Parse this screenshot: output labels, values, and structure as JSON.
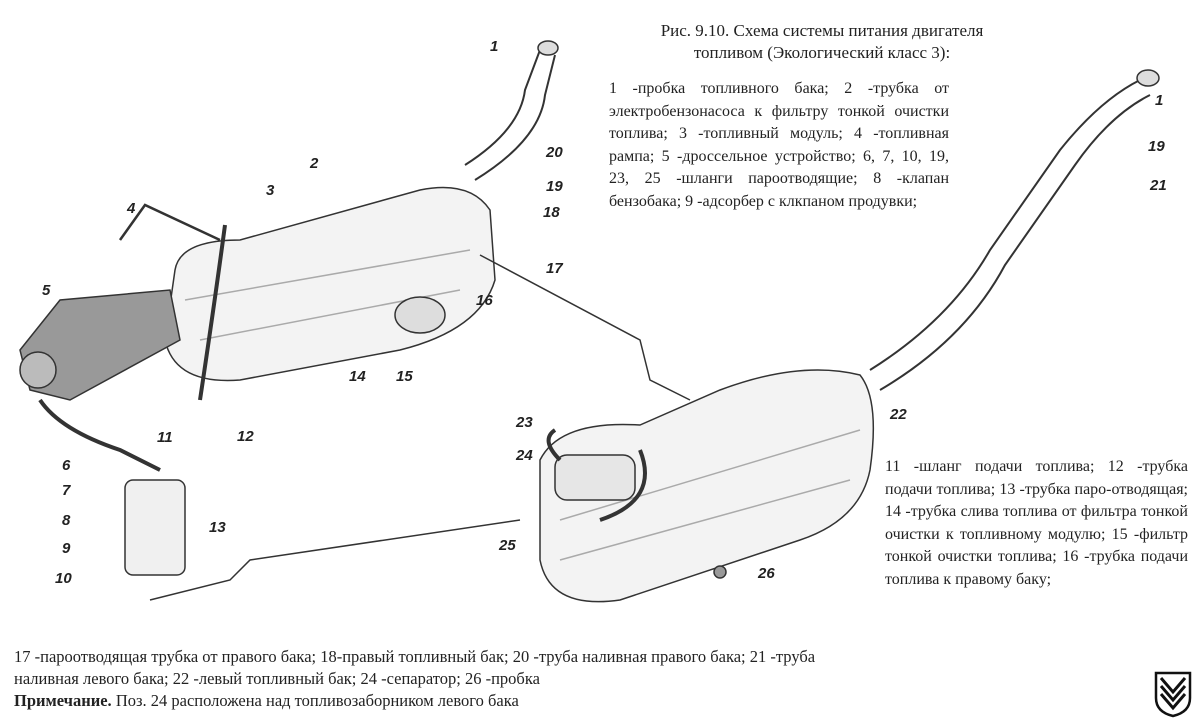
{
  "figure": {
    "title_line1": "Рис. 9.10. Схема системы питания двигателя",
    "title_line2": "топливом (Экологический класс 3):"
  },
  "legend_top": "1 -пробка топливного бака; 2 -трубка от электробензонасоса к фильтру тонкой очистки топлива; 3 -топливный модуль; 4 -топливная рампа; 5 -дроссельное устройство; 6, 7, 10, 19, 23, 25 -шланги пароотводящие; 8 -клапан бензобака; 9 -адсорбер с клкпаном продувки;",
  "legend_right": "11 -шланг подачи топлива; 12 -трубка подачи топлива; 13 -трубка паро-отводящая; 14 -трубка слива топлива от фильтра тонкой очистки к топливному модулю; 15 -фильтр тонкой очистки топлива; 16 -трубка подачи топлива к правому баку;",
  "legend_bottom_line1": "17 -пароотводящая трубка от правого бака; 18-правый топливный бак; 20 -труба наливная правого бака; 21 -труба",
  "legend_bottom_line2": "наливная левого бака; 22 -левый топливный бак; 24 -сепаратор; 26 -пробка",
  "note": {
    "label": "Примечание.",
    "text": " Поз. 24 расположена над топливозаборником левого бака"
  },
  "callouts": {
    "c1a": "1",
    "c1b": "1",
    "c2": "2",
    "c3": "3",
    "c4": "4",
    "c5": "5",
    "c6": "6",
    "c7": "7",
    "c8": "8",
    "c9": "9",
    "c10": "10",
    "c11": "11",
    "c12": "12",
    "c13": "13",
    "c14": "14",
    "c15": "15",
    "c16": "16",
    "c17": "17",
    "c18": "18",
    "c19a": "19",
    "c19b": "19",
    "c20": "20",
    "c21": "21",
    "c22": "22",
    "c23": "23",
    "c24": "24",
    "c25": "25",
    "c26": "26"
  }
}
